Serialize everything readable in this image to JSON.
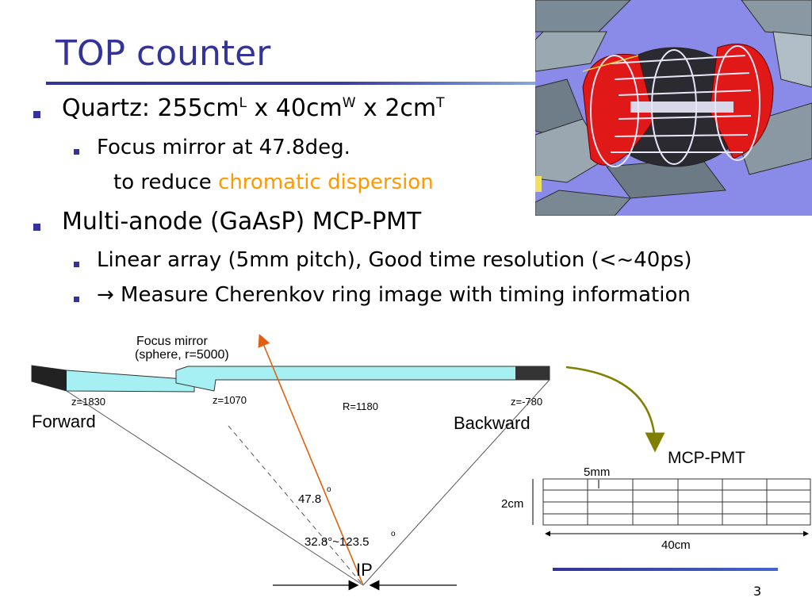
{
  "slide": {
    "title": "TOP counter",
    "page_number": "3"
  },
  "bullets": {
    "b1": {
      "prefix": "Quartz: 255cm",
      "sup1": "L",
      "mid1": " x 40cm",
      "sup2": "W",
      "mid2": " x 2cm",
      "sup3": "T"
    },
    "b1_1": "Focus mirror at 47.8deg.",
    "b1_1_cont_prefix": "to reduce ",
    "b1_1_cont_accent": "chromatic dispersion",
    "b2": "Multi-anode (GaAsP) MCP-PMT",
    "b2_1": "Linear array (5mm pitch), Good time resolution (<~40ps)",
    "b2_2_arrow": "→",
    "b2_2": " Measure Cherenkov ring image with timing information"
  },
  "diagram": {
    "mirror_label_1": "Focus mirror",
    "mirror_label_2": "(sphere, r=5000)",
    "z_forward": "z=1830",
    "z_mid": "z=1070",
    "radius": "R=1180",
    "z_backward": "z=-780",
    "forward": "Forward",
    "backward": "Backward",
    "angle_mirror": "47.8",
    "angle_range": "32.8°~123.5",
    "deg": "o",
    "ip": "IP"
  },
  "pmt": {
    "label": "MCP-PMT",
    "pitch": "5mm",
    "height": "2cm",
    "width": "40cm"
  },
  "colors": {
    "title": "#333399",
    "accent": "#ff9900",
    "quartz": "#a6f0f4",
    "ray": "#e06010",
    "curve_arrow": "#808000"
  }
}
